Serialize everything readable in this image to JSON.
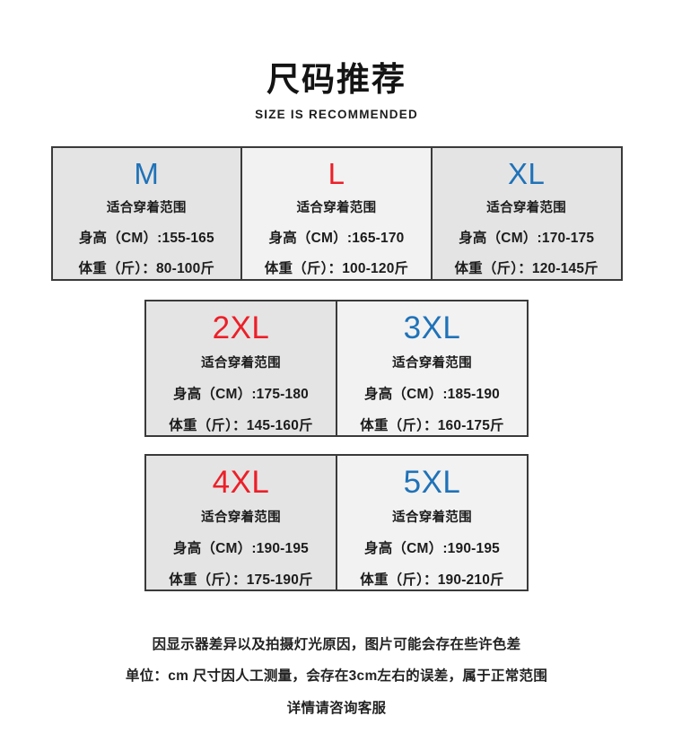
{
  "header": {
    "title_cn": "尺码推荐",
    "title_en": "SIZE IS RECOMMENDED"
  },
  "colors": {
    "blue": "#1F72B8",
    "red": "#ED1F28",
    "border": "#3A3A3A",
    "cell_shade_dark": "#E4E4E4",
    "cell_shade_light": "#F2F2F2"
  },
  "size_rows": [
    {
      "cells": [
        {
          "size": "M",
          "size_color": "blue",
          "fit_range": "适合穿着范围",
          "height_spec": "身高（CM）:155-165",
          "weight_spec": "体重（斤）：80-100斤",
          "shade": "dark"
        },
        {
          "size": "L",
          "size_color": "red",
          "fit_range": "适合穿着范围",
          "height_spec": "身高（CM）:165-170",
          "weight_spec": "体重（斤）：100-120斤",
          "shade": "light"
        },
        {
          "size": "XL",
          "size_color": "blue",
          "fit_range": "适合穿着范围",
          "height_spec": "身高（CM）:170-175",
          "weight_spec": "体重（斤）：120-145斤",
          "shade": "dark"
        }
      ]
    },
    {
      "cells": [
        {
          "size": "2XL",
          "size_color": "red",
          "fit_range": "适合穿着范围",
          "height_spec": "身高（CM）:175-180",
          "weight_spec": "体重（斤）：145-160斤",
          "shade": "dark"
        },
        {
          "size": "3XL",
          "size_color": "blue",
          "fit_range": "适合穿着范围",
          "height_spec": "身高（CM）:185-190",
          "weight_spec": "体重（斤）：160-175斤",
          "shade": "light"
        }
      ]
    },
    {
      "cells": [
        {
          "size": "4XL",
          "size_color": "red",
          "fit_range": "适合穿着范围",
          "height_spec": "身高（CM）:190-195",
          "weight_spec": "体重（斤）：175-190斤",
          "shade": "dark"
        },
        {
          "size": "5XL",
          "size_color": "blue",
          "fit_range": "适合穿着范围",
          "height_spec": "身高（CM）:190-195",
          "weight_spec": "体重（斤）：190-210斤",
          "shade": "light"
        }
      ]
    }
  ],
  "footer": {
    "lines": [
      "因显示器差异以及拍摄灯光原因，图片可能会存在些许色差",
      "单位：cm 尺寸因人工测量，会存在3cm左右的误差，属于正常范围",
      "详情请咨询客服"
    ]
  }
}
